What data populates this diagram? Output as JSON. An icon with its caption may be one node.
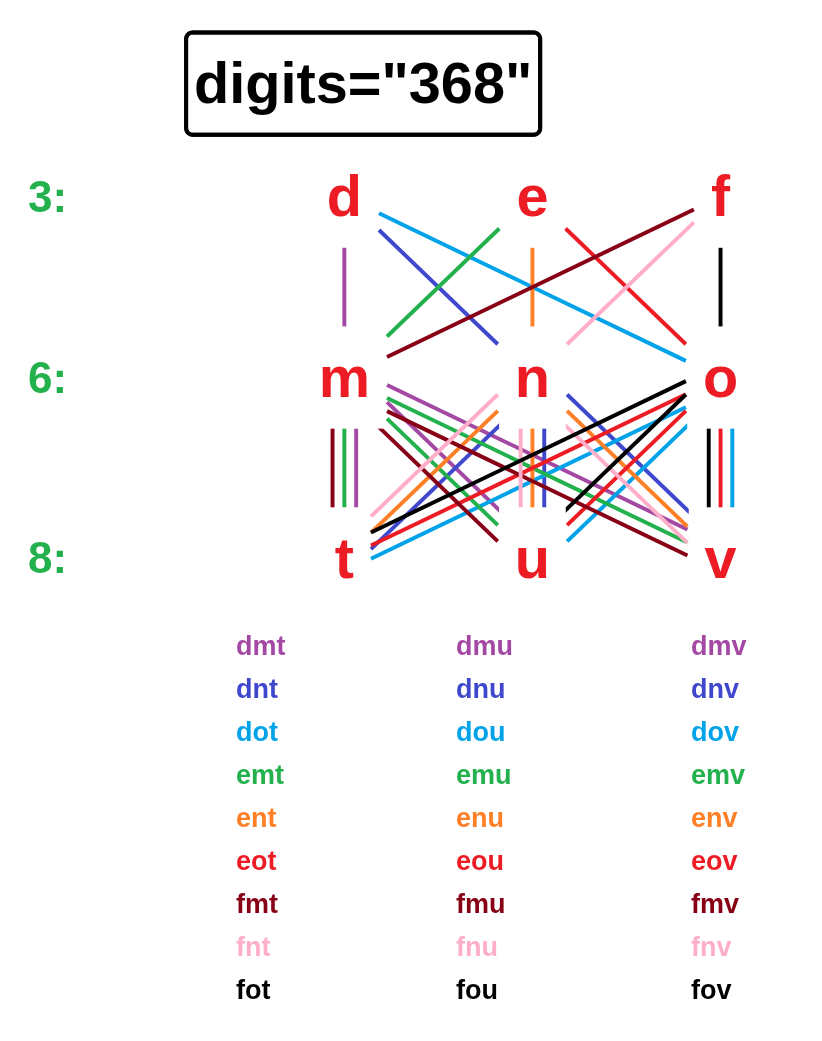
{
  "diagram": {
    "nodes": [
      {
        "text": [
          "digits=\"368\""
        ]
      },
      {
        "text": [
          "d"
        ]
      },
      {
        "text": [
          "e"
        ]
      },
      {
        "text": [
          "f"
        ]
      },
      {
        "text": [
          "m"
        ]
      },
      {
        "text": [
          "n"
        ]
      },
      {
        "text": [
          "o"
        ]
      },
      {
        "text": [
          "t"
        ]
      },
      {
        "text": [
          "u"
        ]
      },
      {
        "text": [
          "v"
        ]
      }
    ],
    "edges": [
      {
        "from": 1,
        "to": 4,
        "arrow": "none",
        "color": "#a349a4"
      },
      {
        "from": 1,
        "to": 5,
        "arrow": "none",
        "color": "#3f48cc"
      },
      {
        "from": 1,
        "to": 6,
        "arrow": "none",
        "color": "#00a2e8"
      },
      {
        "from": 2,
        "to": 4,
        "arrow": "none",
        "color": "#22b14c"
      },
      {
        "from": 2,
        "to": 5,
        "arrow": "none",
        "color": "#ff7f27"
      },
      {
        "from": 2,
        "to": 6,
        "arrow": "none",
        "color": "#ed1c24"
      },
      {
        "from": 3,
        "to": 4,
        "arrow": "none",
        "color": "#880015"
      },
      {
        "from": 3,
        "to": 5,
        "arrow": "none",
        "color": "#ffaec9"
      },
      {
        "from": 3,
        "to": 6,
        "arrow": "none",
        "color": "#000000"
      },
      {
        "from": 4,
        "to": 7,
        "arrow": "none",
        "color": "#a349a4"
      },
      {
        "from": 4,
        "to": 8,
        "arrow": "none",
        "color": "#a349a4"
      },
      {
        "from": 4,
        "to": 9,
        "arrow": "none",
        "color": "#a349a4"
      },
      {
        "from": 5,
        "to": 7,
        "arrow": "none",
        "color": "#3f48cc"
      },
      {
        "from": 5,
        "to": 8,
        "arrow": "none",
        "color": "#3f48cc"
      },
      {
        "from": 5,
        "to": 9,
        "arrow": "none",
        "color": "#3f48cc"
      },
      {
        "from": 6,
        "to": 7,
        "arrow": "none",
        "color": "#00a2e8"
      },
      {
        "from": 6,
        "to": 8,
        "arrow": "none",
        "color": "#00a2e8"
      },
      {
        "from": 6,
        "to": 9,
        "arrow": "none",
        "color": "#00a2e8"
      },
      {
        "from": 4,
        "to": 7,
        "arrow": "none",
        "color": "#22b14c"
      },
      {
        "from": 4,
        "to": 8,
        "arrow": "none",
        "color": "#22b14c"
      },
      {
        "from": 4,
        "to": 9,
        "arrow": "none",
        "color": "#22b14c"
      },
      {
        "from": 5,
        "to": 7,
        "arrow": "none",
        "color": "#ff7f27"
      },
      {
        "from": 5,
        "to": 8,
        "arrow": "none",
        "color": "#ff7f27"
      },
      {
        "from": 5,
        "to": 9,
        "arrow": "none",
        "color": "#ff7f27"
      },
      {
        "from": 6,
        "to": 7,
        "arrow": "none",
        "color": "#ed1c24"
      },
      {
        "from": 6,
        "to": 8,
        "arrow": "none",
        "color": "#ed1c24"
      },
      {
        "from": 6,
        "to": 9,
        "arrow": "none",
        "color": "#ed1c24"
      },
      {
        "from": 4,
        "to": 7,
        "arrow": "none",
        "color": "#880015"
      },
      {
        "from": 4,
        "to": 8,
        "arrow": "none",
        "color": "#880015"
      },
      {
        "from": 4,
        "to": 9,
        "arrow": "none",
        "color": "#880015"
      },
      {
        "from": 5,
        "to": 7,
        "arrow": "none",
        "color": "#ffaec9"
      },
      {
        "from": 5,
        "to": 8,
        "arrow": "none",
        "color": "#ffaec9"
      },
      {
        "from": 5,
        "to": 9,
        "arrow": "none",
        "color": "#ffaec9"
      },
      {
        "from": 6,
        "to": 7,
        "arrow": "none",
        "color": "#000000"
      },
      {
        "from": 6,
        "to": 8,
        "arrow": "none",
        "color": "#000000"
      },
      {
        "from": 6,
        "to": 9,
        "arrow": "none",
        "color": "#000000"
      }
    ],
    "labels": [
      "3:",
      "6:",
      "8:",
      "dmt",
      "dmu",
      "dmv",
      "dnt",
      "dnu",
      "dnv",
      "dot",
      "dou",
      "dov",
      "emt",
      "emu",
      "emv",
      "ent",
      "enu",
      "env",
      "eot",
      "eou",
      "eov",
      "fmt",
      "fmu",
      "fmv",
      "fnt",
      "fnu",
      "fnv",
      "fot",
      "fou",
      "fov"
    ]
  }
}
